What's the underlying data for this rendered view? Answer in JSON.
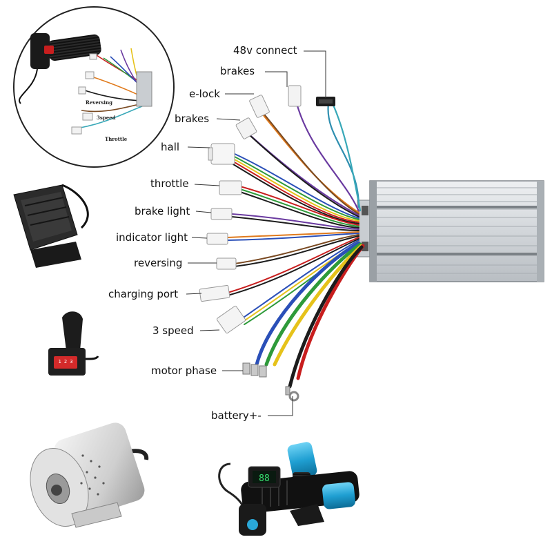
{
  "labels": {
    "connect_48v": "48v connect",
    "brakes_top": "brakes",
    "elock": "e-lock",
    "brakes": "brakes",
    "hall": "hall",
    "throttle": "throttle",
    "brake_light": "brake light",
    "indicator_light": "indicator light",
    "reversing": "reversing",
    "charging_port": "charging port",
    "speed3": "3 speed",
    "motor_phase": "motor phase",
    "battery": "battery+-"
  },
  "inset": {
    "reversing": "Reversing",
    "speed": "3speed",
    "throttle": "Throttle"
  },
  "display": {
    "readout": "88"
  },
  "switch": {
    "label": "1 2 3"
  },
  "colors": {
    "wire_yellow": "#e6c21a",
    "wire_green": "#2e9a3a",
    "wire_blue": "#2a4fb8",
    "wire_red": "#c81e1e",
    "wire_black": "#1c1c1c",
    "wire_purple": "#6a3aa0",
    "wire_orange": "#e07a1c",
    "wire_brown": "#7a4a22",
    "wire_teal": "#3a9aa6",
    "grip_blue": "#27a9d6",
    "controller": "#d9dcdf"
  }
}
